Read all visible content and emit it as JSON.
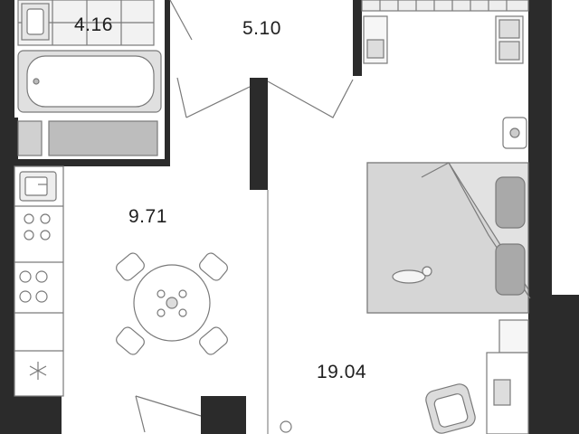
{
  "floor_plan": {
    "rooms": [
      {
        "id": "bathroom",
        "area": "4.16"
      },
      {
        "id": "hallway",
        "area": "5.10"
      },
      {
        "id": "kitchen",
        "area": "9.71"
      },
      {
        "id": "living",
        "area": "19.04"
      }
    ]
  },
  "colors": {
    "wall": "#2b2b2b",
    "furniture_stroke": "#7a7a7a",
    "furniture_fill": "#dcdcdc",
    "furniture_fill_dark": "#a9a9a9",
    "background": "#ffffff"
  },
  "icons": [
    "bathtub-icon",
    "sink-icon",
    "stove-icon",
    "dining-table-icon",
    "bed-icon",
    "cat-icon",
    "armchair-icon",
    "desk-icon",
    "plant-icon",
    "snowflake-icon"
  ]
}
